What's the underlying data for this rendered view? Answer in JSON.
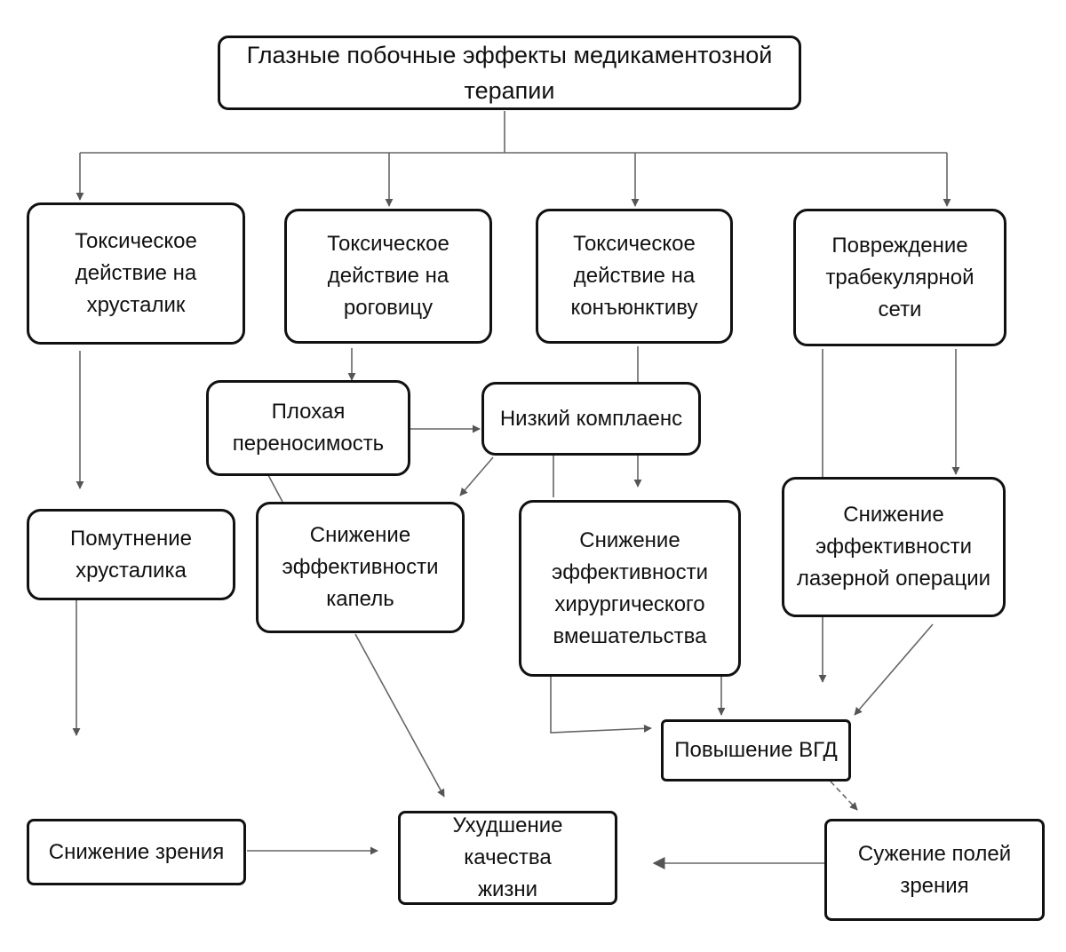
{
  "diagram": {
    "title": "Глазные побочные эффекты медикаментозной терапии",
    "nodes": {
      "lens_toxicity": "Токсическое\nдействие на\nхрусталик",
      "cornea_toxicity": "Токсическое\nдействие на\nроговицу",
      "conjunctiva_toxicity": "Токсическое\nдействие на\nконъюнктиву",
      "trabecular_damage": "Повреждение\nтрабекулярной\nсети",
      "poor_tolerance": "Плохая\nпереносимость",
      "low_compliance": "Низкий комплаенс",
      "lens_opacity": "Помутнение\nхрусталика",
      "drops_efficacy": "Снижение\nэффективности\nкапель",
      "surgery_efficacy": "Снижение\nэффективности\nхирургического\nвмешательства",
      "laser_efficacy": "Снижение\nэффективности\nлазерной операции",
      "iop_increase": "Повышение ВГД",
      "vision_decrease": "Снижение зрения",
      "quality_of_life": "Ухудшение качества\nжизни",
      "visual_field_narrowing": "Сужение полей\nзрения"
    }
  }
}
